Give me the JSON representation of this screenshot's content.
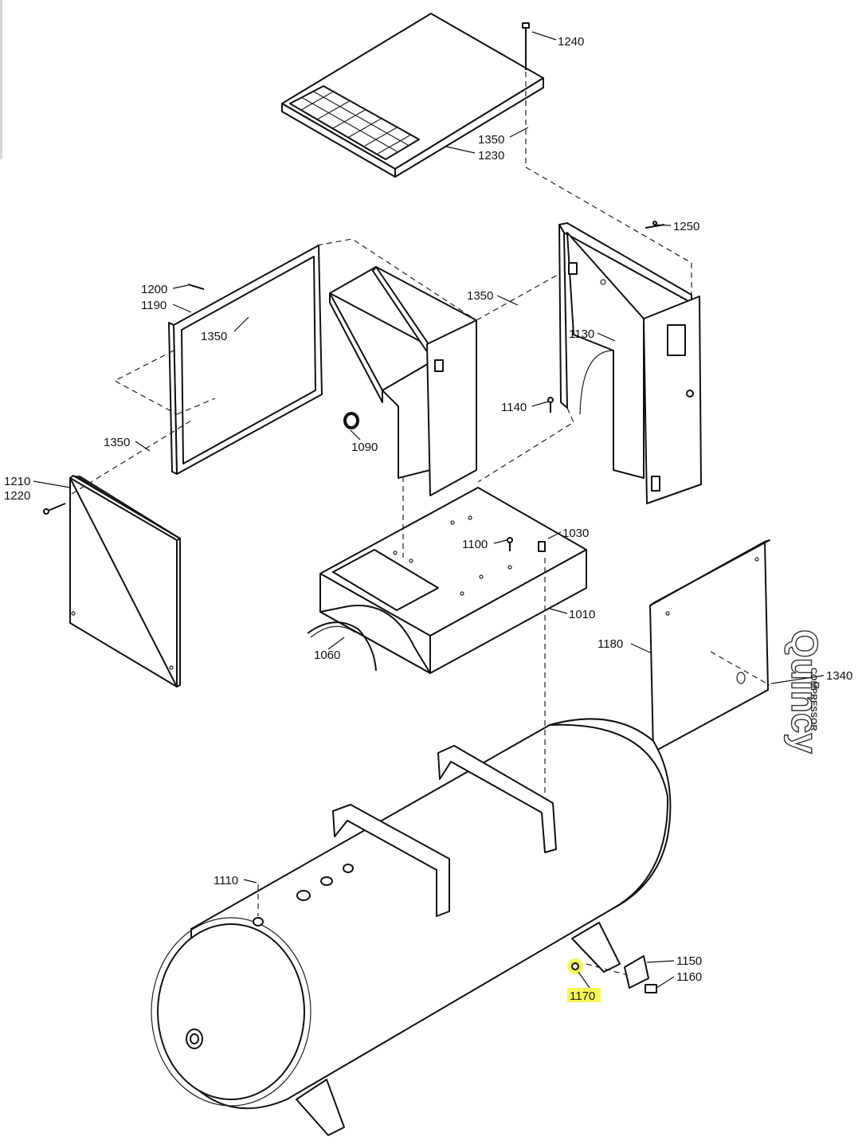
{
  "diagram": {
    "brand": {
      "name": "Quincy",
      "tagline": "COMPRESSOR"
    },
    "highlight_color": "#f2f542",
    "callouts": [
      {
        "id": "1240",
        "text": "1240"
      },
      {
        "id": "1350_top",
        "text": "1350"
      },
      {
        "id": "1230",
        "text": "1230"
      },
      {
        "id": "1250",
        "text": "1250"
      },
      {
        "id": "1200",
        "text": "1200"
      },
      {
        "id": "1190",
        "text": "1190"
      },
      {
        "id": "1350_left",
        "text": "1350"
      },
      {
        "id": "1350_mid",
        "text": "1350"
      },
      {
        "id": "1130",
        "text": "1130"
      },
      {
        "id": "1140",
        "text": "1140"
      },
      {
        "id": "1090",
        "text": "1090"
      },
      {
        "id": "1350_lower",
        "text": "1350"
      },
      {
        "id": "1210",
        "text": "1210"
      },
      {
        "id": "1220",
        "text": "1220"
      },
      {
        "id": "1100",
        "text": "1100"
      },
      {
        "id": "1030",
        "text": "1030"
      },
      {
        "id": "1010",
        "text": "1010"
      },
      {
        "id": "1060",
        "text": "1060"
      },
      {
        "id": "1180",
        "text": "1180"
      },
      {
        "id": "1340",
        "text": "1340"
      },
      {
        "id": "1110",
        "text": "1110"
      },
      {
        "id": "1150",
        "text": "1150"
      },
      {
        "id": "1160",
        "text": "1160"
      },
      {
        "id": "1170",
        "text": "1170",
        "highlighted": true
      }
    ]
  }
}
